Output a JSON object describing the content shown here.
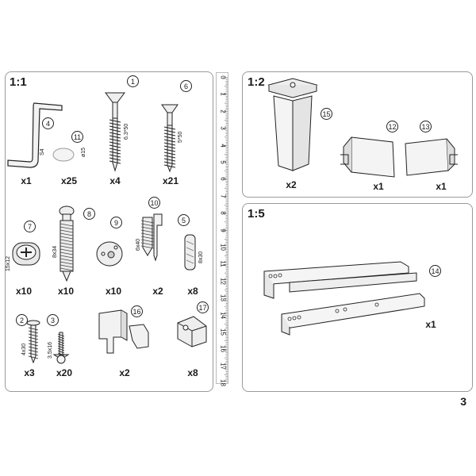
{
  "panels": {
    "left": {
      "scale": "1:1"
    },
    "top_right": {
      "scale": "1:2"
    },
    "bottom_right": {
      "scale": "1:5"
    }
  },
  "parts": [
    {
      "id": "4",
      "qty": "x1",
      "dim": "S4"
    },
    {
      "id": "11",
      "qty": "x25",
      "dim": "ø15"
    },
    {
      "id": "1",
      "qty": "x4",
      "dim": "6.3*50"
    },
    {
      "id": "6",
      "qty": "x21",
      "dim": "5*50"
    },
    {
      "id": "7",
      "qty": "x10",
      "dim": "15x12"
    },
    {
      "id": "8",
      "qty": "x10",
      "dim": "8x34"
    },
    {
      "id": "9",
      "qty": "x10",
      "dim": ""
    },
    {
      "id": "10",
      "qty": "x2",
      "dim": "6x40"
    },
    {
      "id": "5",
      "qty": "x8",
      "dim": "8x30"
    },
    {
      "id": "2",
      "qty": "x3",
      "dim": "4x30"
    },
    {
      "id": "3",
      "qty": "x20",
      "dim": "3.5x16"
    },
    {
      "id": "16",
      "qty": "x2",
      "dim": ""
    },
    {
      "id": "17",
      "qty": "x8",
      "dim": ""
    },
    {
      "id": "15",
      "qty": "x2",
      "dim": ""
    },
    {
      "id": "12",
      "qty": "x1",
      "dim": ""
    },
    {
      "id": "13",
      "qty": "x1",
      "dim": ""
    },
    {
      "id": "14",
      "qty": "x1",
      "dim": ""
    }
  ],
  "ruler": {
    "labels": [
      "0",
      "1",
      "2",
      "3",
      "4",
      "5",
      "6",
      "7",
      "8",
      "9",
      "10",
      "11",
      "12",
      "13",
      "14",
      "15",
      "16",
      "17",
      "18"
    ]
  },
  "page_number": "3"
}
